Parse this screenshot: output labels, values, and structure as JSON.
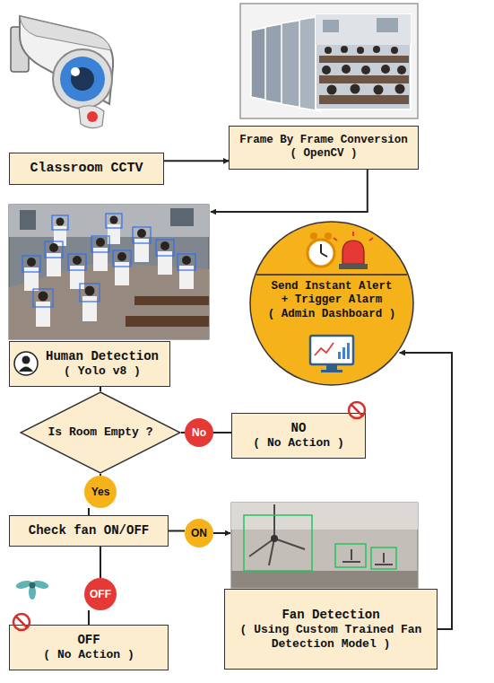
{
  "diagram": {
    "nodes": [
      {
        "text": [
          "Classroom CCTV"
        ]
      },
      {
        "text": [
          "Frame By Frame Conversion",
          "( OpenCV )"
        ]
      },
      {
        "text": [
          "Send Instant Alert + Trigger Alarm",
          "( Admin Dashboard )"
        ]
      },
      {
        "text": [
          "Human Detection",
          "( Yolo v8 )"
        ]
      },
      {
        "text": [
          "Is Room Empty ?"
        ]
      },
      {
        "text": [
          "No"
        ]
      },
      {
        "text": [
          "NO",
          "( No Action )"
        ]
      },
      {
        "text": [
          "Yes"
        ]
      },
      {
        "text": [
          "Check fan ON/OFF"
        ]
      },
      {
        "text": [
          "ON"
        ]
      },
      {
        "text": [
          "OFF"
        ]
      },
      {
        "text": [
          "OFF",
          "( No Action )"
        ]
      },
      {
        "text": [
          "Fan Detection",
          "( Using Custom Trained Fan Detection Model )"
        ]
      }
    ],
    "edges": [
      {
        "from": 0,
        "to": 1,
        "arrow": "to"
      },
      {
        "from": 1,
        "to": 3,
        "arrow": "to"
      },
      {
        "from": 3,
        "to": 4,
        "arrow": "none"
      },
      {
        "from": 4,
        "to": 5,
        "arrow": "none"
      },
      {
        "from": 5,
        "to": 6,
        "arrow": "none"
      },
      {
        "from": 4,
        "to": 7,
        "arrow": "none"
      },
      {
        "from": 7,
        "to": 8,
        "arrow": "none"
      },
      {
        "from": 8,
        "to": 9,
        "arrow": "none"
      },
      {
        "from": 9,
        "to": 12,
        "arrow": "to"
      },
      {
        "from": 8,
        "to": 10,
        "arrow": "none"
      },
      {
        "from": 10,
        "to": 11,
        "arrow": "none"
      },
      {
        "from": 12,
        "to": 2,
        "arrow": "to"
      }
    ]
  }
}
